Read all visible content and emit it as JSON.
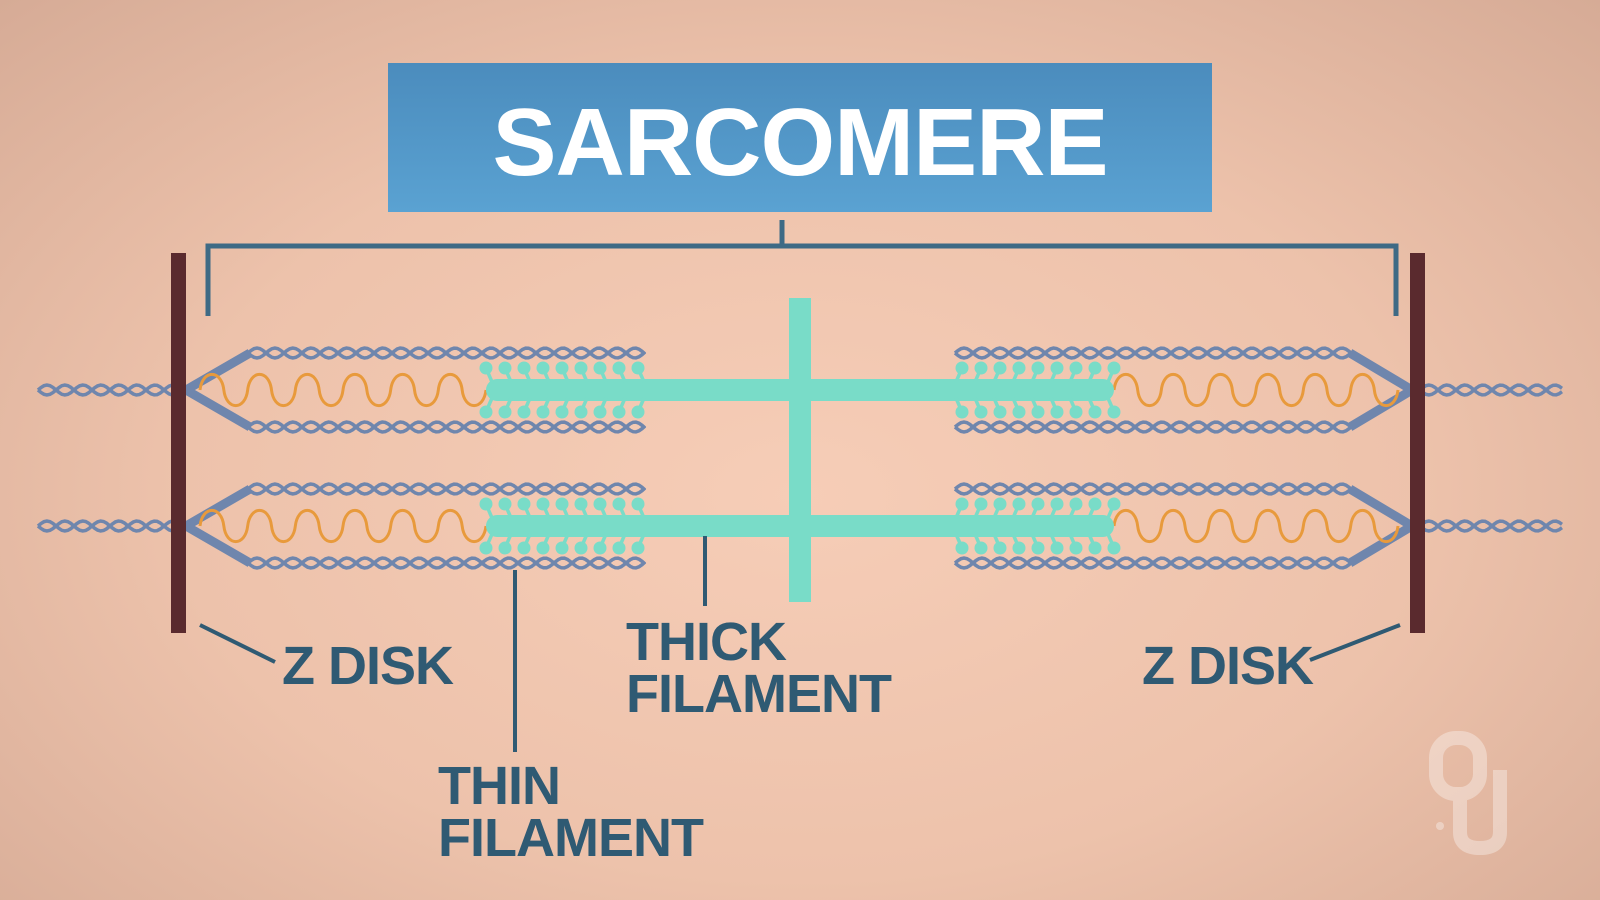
{
  "title": "SARCOMERE",
  "labels": {
    "z_disk_left": "Z DISK",
    "z_disk_right": "Z DISK",
    "thick_filament_line1": "THICK",
    "thick_filament_line2": "FILAMENT",
    "thin_filament_line1": "THIN",
    "thin_filament_line2": "FILAMENT"
  },
  "colors": {
    "title_box": "#4a8fc1",
    "label_text": "#2f5a73",
    "z_disk": "#5a2a2e",
    "thin_filament": "#6f86ad",
    "thick_filament": "#79dcc8",
    "titin": "#e89a3c",
    "bracket": "#3e6a85"
  },
  "logo": {
    "name": "OU"
  }
}
